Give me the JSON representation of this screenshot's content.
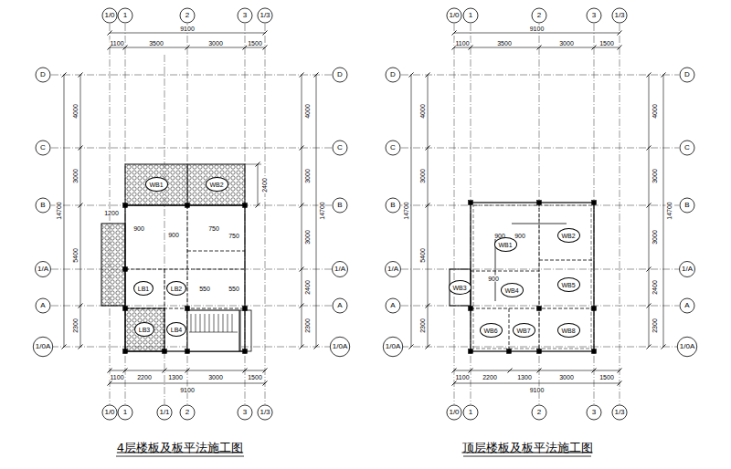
{
  "diagram": {
    "nodes": [
      {
        "text": [
          "WB1"
        ]
      },
      {
        "text": [
          "WB2"
        ]
      },
      {
        "text": [
          "LB1"
        ]
      },
      {
        "text": [
          "LB2"
        ]
      },
      {
        "text": [
          "LB3"
        ]
      },
      {
        "text": [
          "LB4"
        ]
      },
      {
        "text": [
          "WB1"
        ]
      },
      {
        "text": [
          "WB2"
        ]
      },
      {
        "text": [
          "WB3"
        ]
      },
      {
        "text": [
          "WB4"
        ]
      },
      {
        "text": [
          "WB5"
        ]
      },
      {
        "text": [
          "WB6"
        ]
      },
      {
        "text": [
          "WB7"
        ]
      },
      {
        "text": [
          "WB8"
        ]
      }
    ],
    "labels": [
      "1/0",
      "1",
      "2",
      "3",
      "1/3",
      "9100",
      "1100",
      "3500",
      "3000",
      "1500",
      "D",
      "C",
      "B",
      "1/A",
      "A",
      "1/0A",
      "D",
      "C",
      "B",
      "1/A",
      "A",
      "1/0A",
      "14700",
      "4000",
      "3000",
      "5400",
      "2300",
      "4000",
      "3000",
      "3000",
      "2400",
      "2300",
      "14700",
      "1100",
      "2200",
      "1300",
      "3000",
      "1500",
      "9100",
      "1/0",
      "1",
      "1/1",
      "2",
      "3",
      "1/3",
      "1200",
      "900",
      "900",
      "750",
      "750",
      "550",
      "550",
      "2400",
      "4层楼板及板平法施工图",
      "1/0",
      "1",
      "2",
      "3",
      "1/3",
      "9100",
      "1100",
      "3500",
      "3000",
      "1500",
      "D",
      "C",
      "B",
      "1/A",
      "A",
      "1/0A",
      "D",
      "C",
      "B",
      "1/A",
      "A",
      "1/0A",
      "14700",
      "4000",
      "3000",
      "5400",
      "2300",
      "4000",
      "3000",
      "3000",
      "2400",
      "2300",
      "14700",
      "1100",
      "2200",
      "1300",
      "3000",
      "1500",
      "9100",
      "1/0",
      "1",
      "2",
      "3",
      "1/3",
      "900",
      "900",
      "900",
      "顶层楼板及板平法施工图"
    ]
  }
}
